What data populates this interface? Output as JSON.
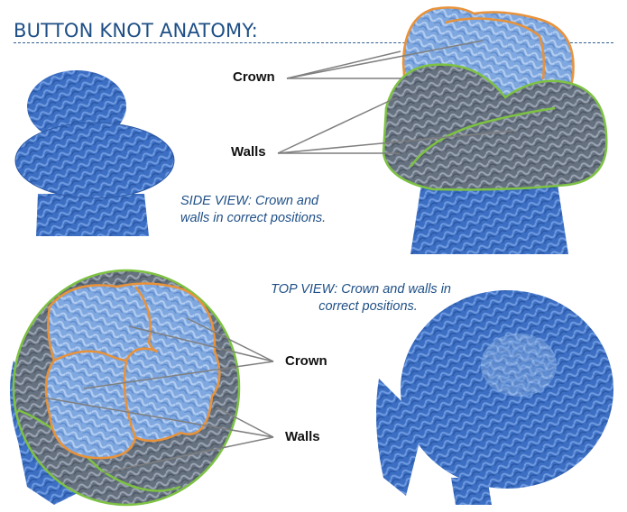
{
  "title": "BUTTON KNOT ANATOMY:",
  "side_view": {
    "caption_line1": "SIDE VIEW: Crown and",
    "caption_line2": "walls in correct positions.",
    "labels": {
      "crown": "Crown",
      "walls": "Walls"
    }
  },
  "top_view": {
    "caption_line1": "TOP VIEW: Crown and walls in",
    "caption_line2": "correct positions.",
    "labels": {
      "crown": "Crown",
      "walls": "Walls"
    }
  },
  "colors": {
    "title": "#1e4f86",
    "caption": "#1e4f86",
    "crown_outline": "#e8923a",
    "walls_outline": "#7dc242",
    "rope_blue": "#3a6fc4",
    "crown_light_blue": "#8fb5e6",
    "walls_gray": "#6b7687",
    "leader_line": "#8a8a8a"
  }
}
